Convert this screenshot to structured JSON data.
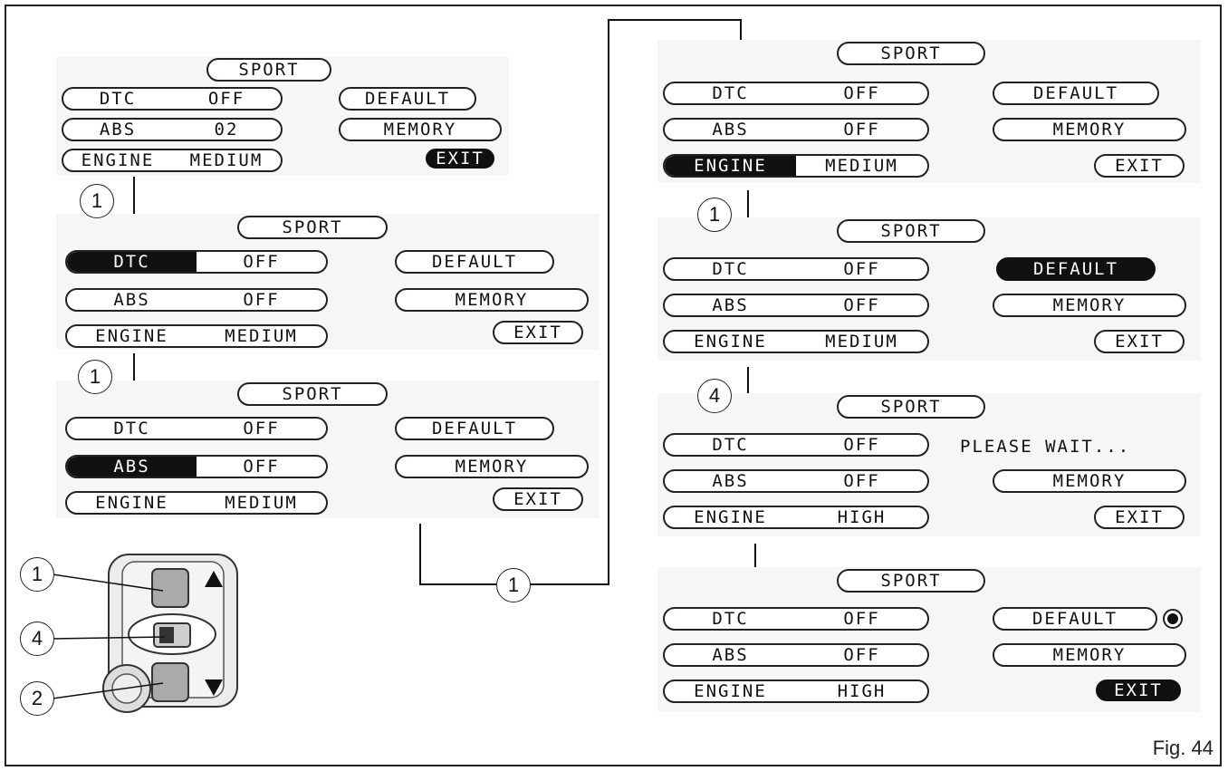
{
  "labels": {
    "sport": "SPORT",
    "dtc": "DTC",
    "abs": "ABS",
    "engine": "ENGINE",
    "off": "OFF",
    "medium": "MEDIUM",
    "high": "HIGH",
    "val_02": "02",
    "default": "DEFAULT",
    "memory": "MEMORY",
    "exit": "EXIT",
    "please_wait": "PLEASE WAIT...",
    "figure": "Fig. 44"
  },
  "callouts": {
    "btn1": "1",
    "btn4": "4",
    "btn2": "2"
  },
  "colors": {
    "ink": "#111111",
    "screen_bg": "#f6f6f6"
  }
}
